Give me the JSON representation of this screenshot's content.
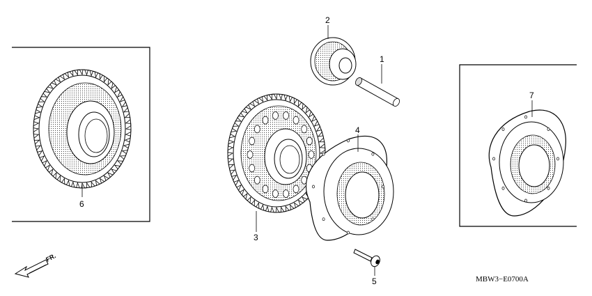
{
  "diagram": {
    "code": "MBW3−E0700A",
    "direction_label": "FR.",
    "callouts": [
      {
        "number": "1",
        "part": "needle-bearing-shaft"
      },
      {
        "number": "2",
        "part": "idle-gear"
      },
      {
        "number": "3",
        "part": "starter-driven-gear"
      },
      {
        "number": "4",
        "part": "starter-clutch-outer"
      },
      {
        "number": "5",
        "part": "torx-bolt"
      },
      {
        "number": "6",
        "part": "starter-driven-gear-alt"
      },
      {
        "number": "7",
        "part": "starter-clutch-outer-alt"
      }
    ]
  }
}
